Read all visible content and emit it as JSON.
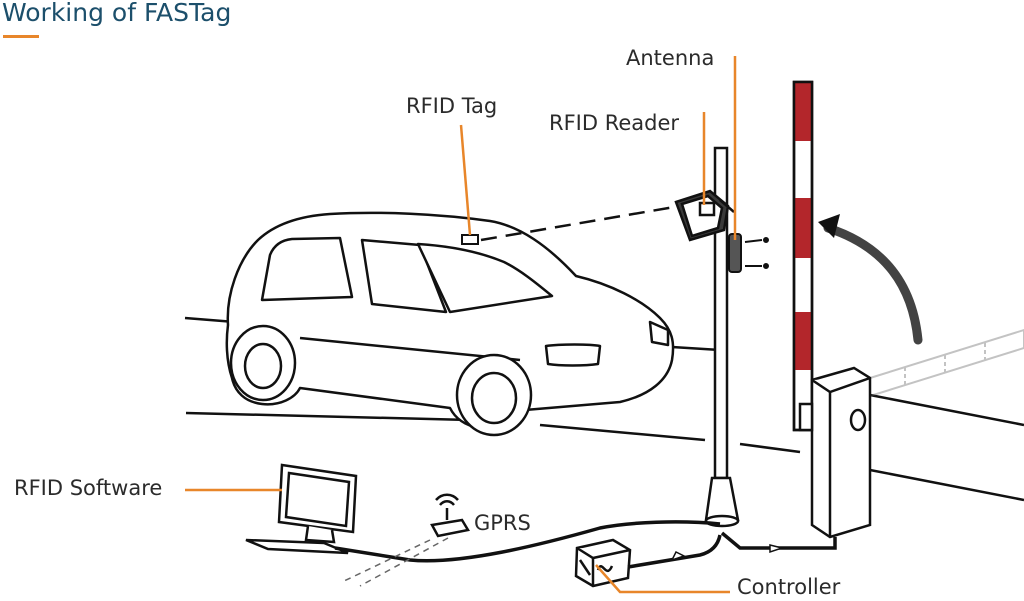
{
  "title": "Working of FASTag",
  "labels": {
    "antenna": "Antenna",
    "rfid_tag": "RFID Tag",
    "rfid_reader": "RFID Reader",
    "rfid_software": "RFID Software",
    "gprs": "GPRS",
    "controller": "Controller"
  },
  "colors": {
    "title": "#1c4f6b",
    "leader": "#e8862a",
    "barrier_red": "#b3262b",
    "line": "#111111"
  },
  "icons": [
    "car-icon",
    "pole-icon",
    "boom-barrier-icon",
    "monitor-icon",
    "router-icon",
    "controller-icon",
    "arrow-icon"
  ]
}
